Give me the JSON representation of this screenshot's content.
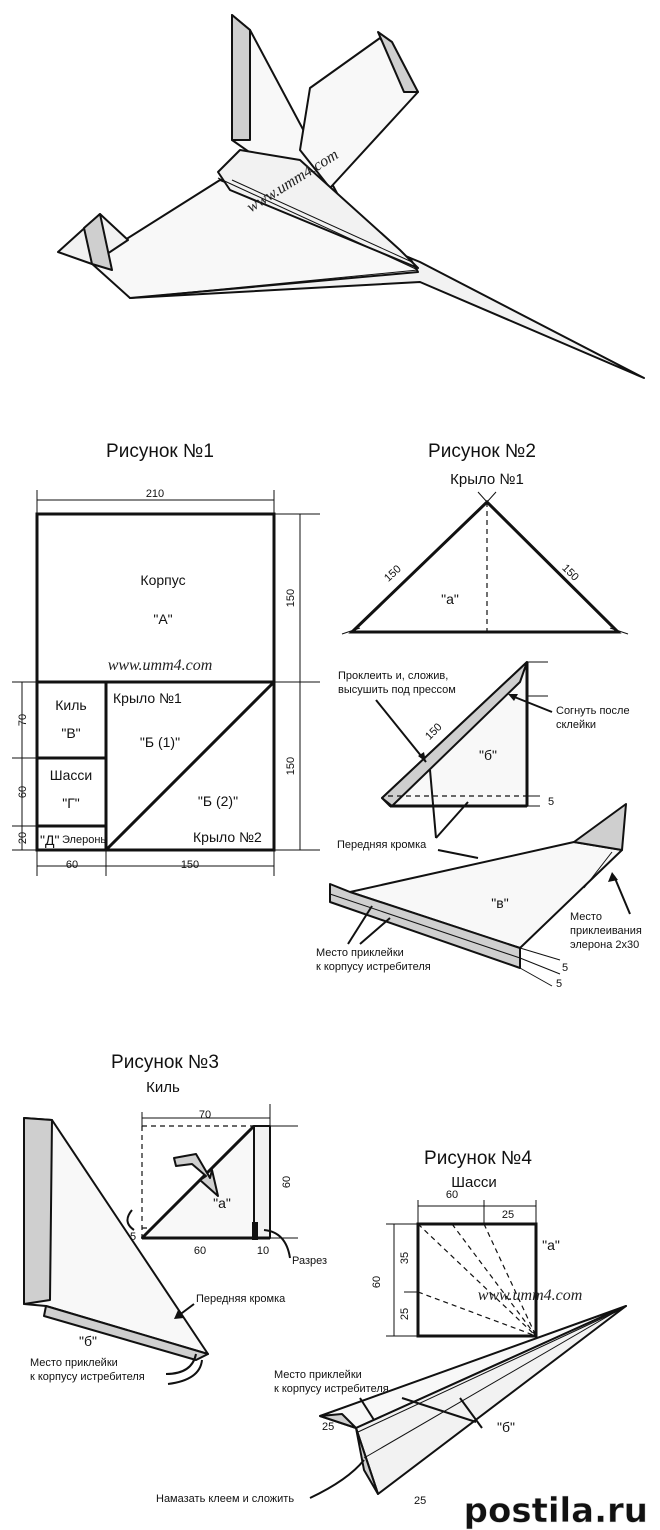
{
  "watermark": "www.umm4.com",
  "fig1": {
    "title": "Рисунок №1",
    "dims": {
      "top": "210",
      "right_top": "150",
      "right_bottom": "150",
      "left_70": "70",
      "left_60": "60",
      "left_20": "20",
      "bottom_60": "60",
      "bottom_150": "150"
    },
    "korpus": "Корпус",
    "a": "\"А\"",
    "kil": "Киль",
    "v": "\"В\"",
    "krylo1": "Крыло №1",
    "b1": "\"Б (1)\"",
    "shassi": "Шасси",
    "g": "\"Г\"",
    "b2": "\"Б (2)\"",
    "d": "\"Д\"",
    "elerony": "Элероны",
    "krylo2": "Крыло №2"
  },
  "fig2": {
    "title": "Рисунок №2",
    "subtitle": "Крыло №1",
    "side_left": "150",
    "side_right": "150",
    "a": "\"а\"",
    "glue_note_1": "Проклеить и, сложив,",
    "glue_note_2": "высушить под прессом",
    "fold_note_1": "Согнуть после",
    "fold_note_2": "склейки",
    "dim_150": "150",
    "b": "\"б\"",
    "dim_5": "5",
    "leading_edge": "Передняя кромка",
    "v": "\"в\"",
    "aileron_1": "Место",
    "aileron_2": "приклеивания",
    "aileron_3": "элерона 2х30",
    "attach_1": "Место приклейки",
    "attach_2": "к корпусу истребителя",
    "dim_5a": "5",
    "dim_5b": "5"
  },
  "fig3": {
    "title": "Рисунок №3",
    "subtitle": "Киль",
    "dim_70": "70",
    "dim_60r": "60",
    "a": "\"а\"",
    "dim_5": "5",
    "dim_60": "60",
    "dim_10": "10",
    "cut": "Разрез",
    "leading_edge": "Передняя кромка",
    "b": "\"б\"",
    "attach_1": "Место приклейки",
    "attach_2": "к корпусу истребителя"
  },
  "fig4": {
    "title": "Рисунок №4",
    "subtitle": "Шасси",
    "dim_60t": "60",
    "dim_25t": "25",
    "dim_60l": "60",
    "dim_35": "35",
    "dim_25l": "25",
    "a": "\"а\"",
    "attach_1": "Место приклейки",
    "attach_2": "к корпусу истребителя",
    "b": "\"б\"",
    "dim_25a": "25",
    "dim_25b": "25",
    "glue_fold": "Намазать клеем и сложить"
  },
  "site_logo": "postila.ru"
}
